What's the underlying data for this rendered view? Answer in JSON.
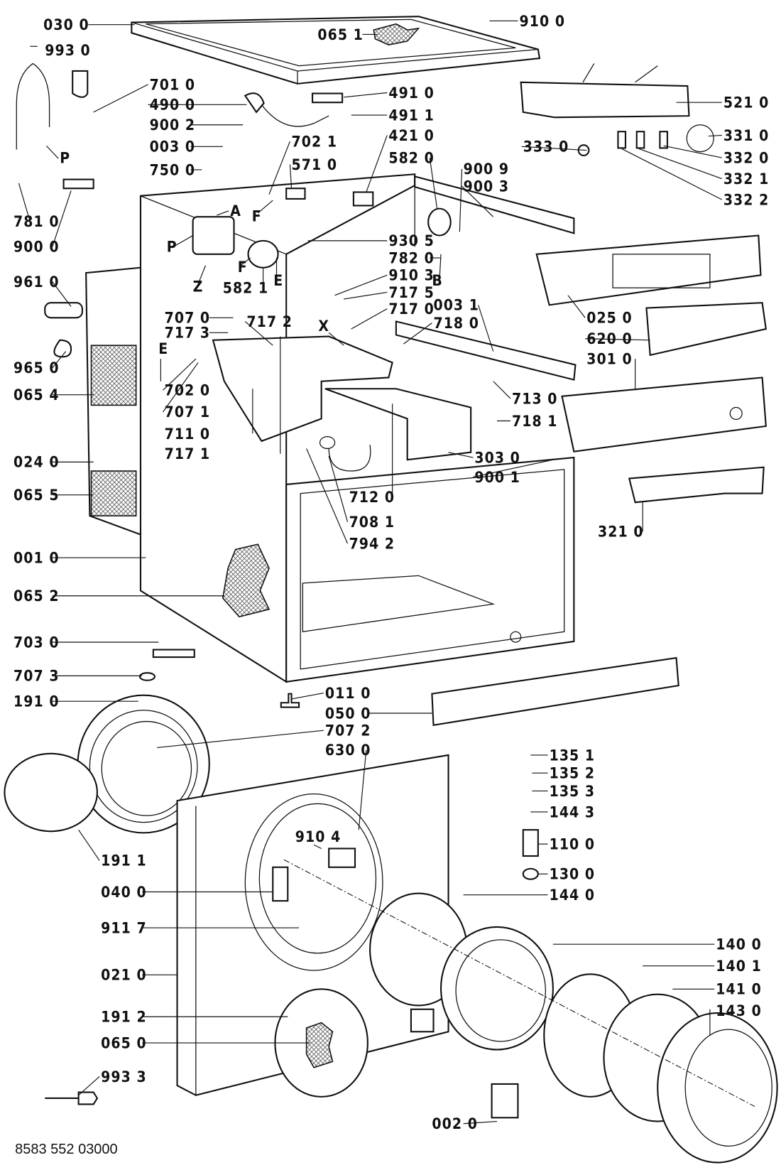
{
  "diagram": {
    "document_number": "8583 552 03000",
    "labels": [
      "030 0",
      "993 0",
      "701 0",
      "490 0",
      "900 2",
      "003 0",
      "750 0",
      "781 0",
      "900 0",
      "961 0",
      "965 0",
      "065 4",
      "024 0",
      "065 5",
      "001 0",
      "065 2",
      "703 0",
      "707 3",
      "191 0",
      "191 1",
      "040 0",
      "911 7",
      "021 0",
      "191 2",
      "065 0",
      "993 3",
      "065 1",
      "910 0",
      "491 0",
      "491 1",
      "421 0",
      "582 0",
      "702 1",
      "571 0",
      "A",
      "F",
      "P",
      "Z",
      "F",
      "582 1",
      "E",
      "930 5",
      "782 0",
      "910 3",
      "717 5",
      "717 0",
      "B",
      "X",
      "707 0",
      "717 3",
      "717 2",
      "E",
      "702 0",
      "707 1",
      "711 0",
      "717 1",
      "003 1",
      "718 0",
      "713 0",
      "718 1",
      "303 0",
      "900 1",
      "712 0",
      "708 1",
      "794 2",
      "333 0",
      "900 9",
      "900 3",
      "331 0",
      "332 0",
      "332 1",
      "332 2",
      "521 0",
      "025 0",
      "620 0",
      "301 0",
      "321 0",
      "011 0",
      "050 0",
      "707 2",
      "630 0",
      "910 4",
      "135 1",
      "135 2",
      "135 3",
      "144 3",
      "110 0",
      "130 0",
      "144 0",
      "140 0",
      "140 1",
      "141 0",
      "143 0",
      "002 0",
      "P"
    ]
  }
}
